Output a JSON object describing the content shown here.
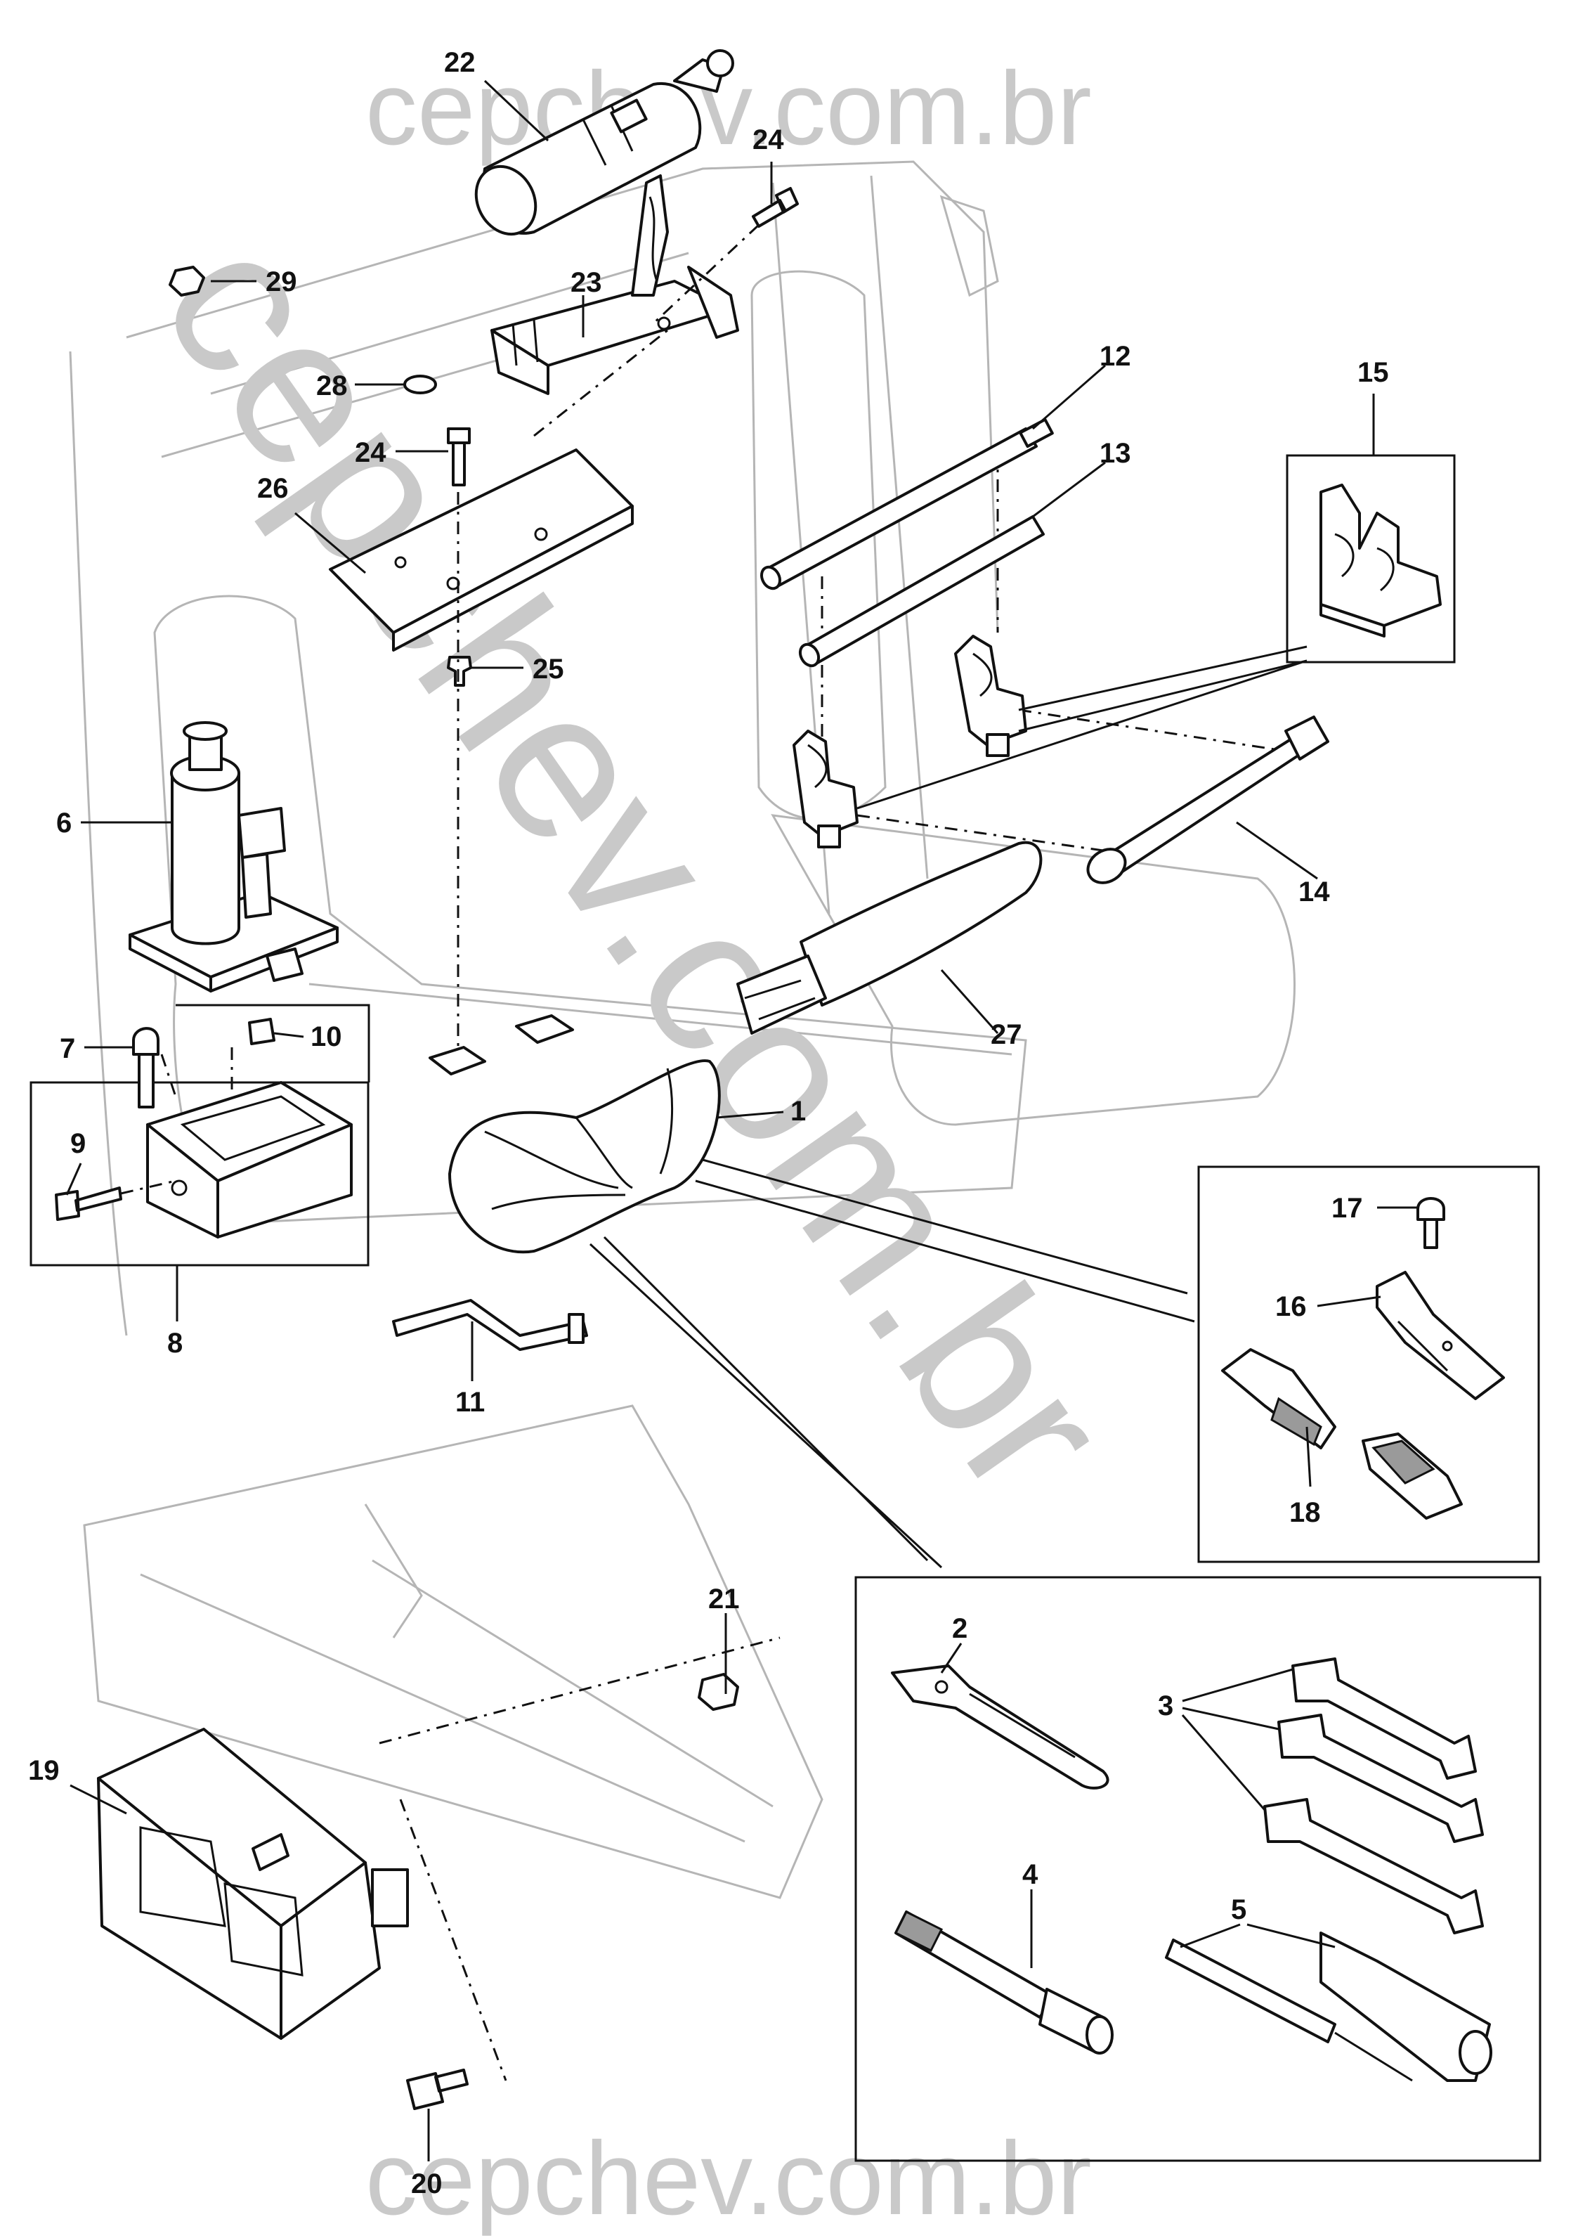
{
  "watermark": {
    "top": "cepchev.com.br",
    "bottom": "cepchev.com.br",
    "diagonal": "cepchev.com.br"
  },
  "callouts": {
    "c1": "1",
    "c2": "2",
    "c3": "3",
    "c4": "4",
    "c5": "5",
    "c6": "6",
    "c7": "7",
    "c8": "8",
    "c9": "9",
    "c10": "10",
    "c11": "11",
    "c12": "12",
    "c13": "13",
    "c14": "14",
    "c15": "15",
    "c16": "16",
    "c17": "17",
    "c18": "18",
    "c19": "19",
    "c20": "20",
    "c21": "21",
    "c22": "22",
    "c23": "23",
    "c24a": "24",
    "c24b": "24",
    "c25": "25",
    "c26": "26",
    "c27": "27",
    "c28": "28",
    "c29": "29"
  }
}
